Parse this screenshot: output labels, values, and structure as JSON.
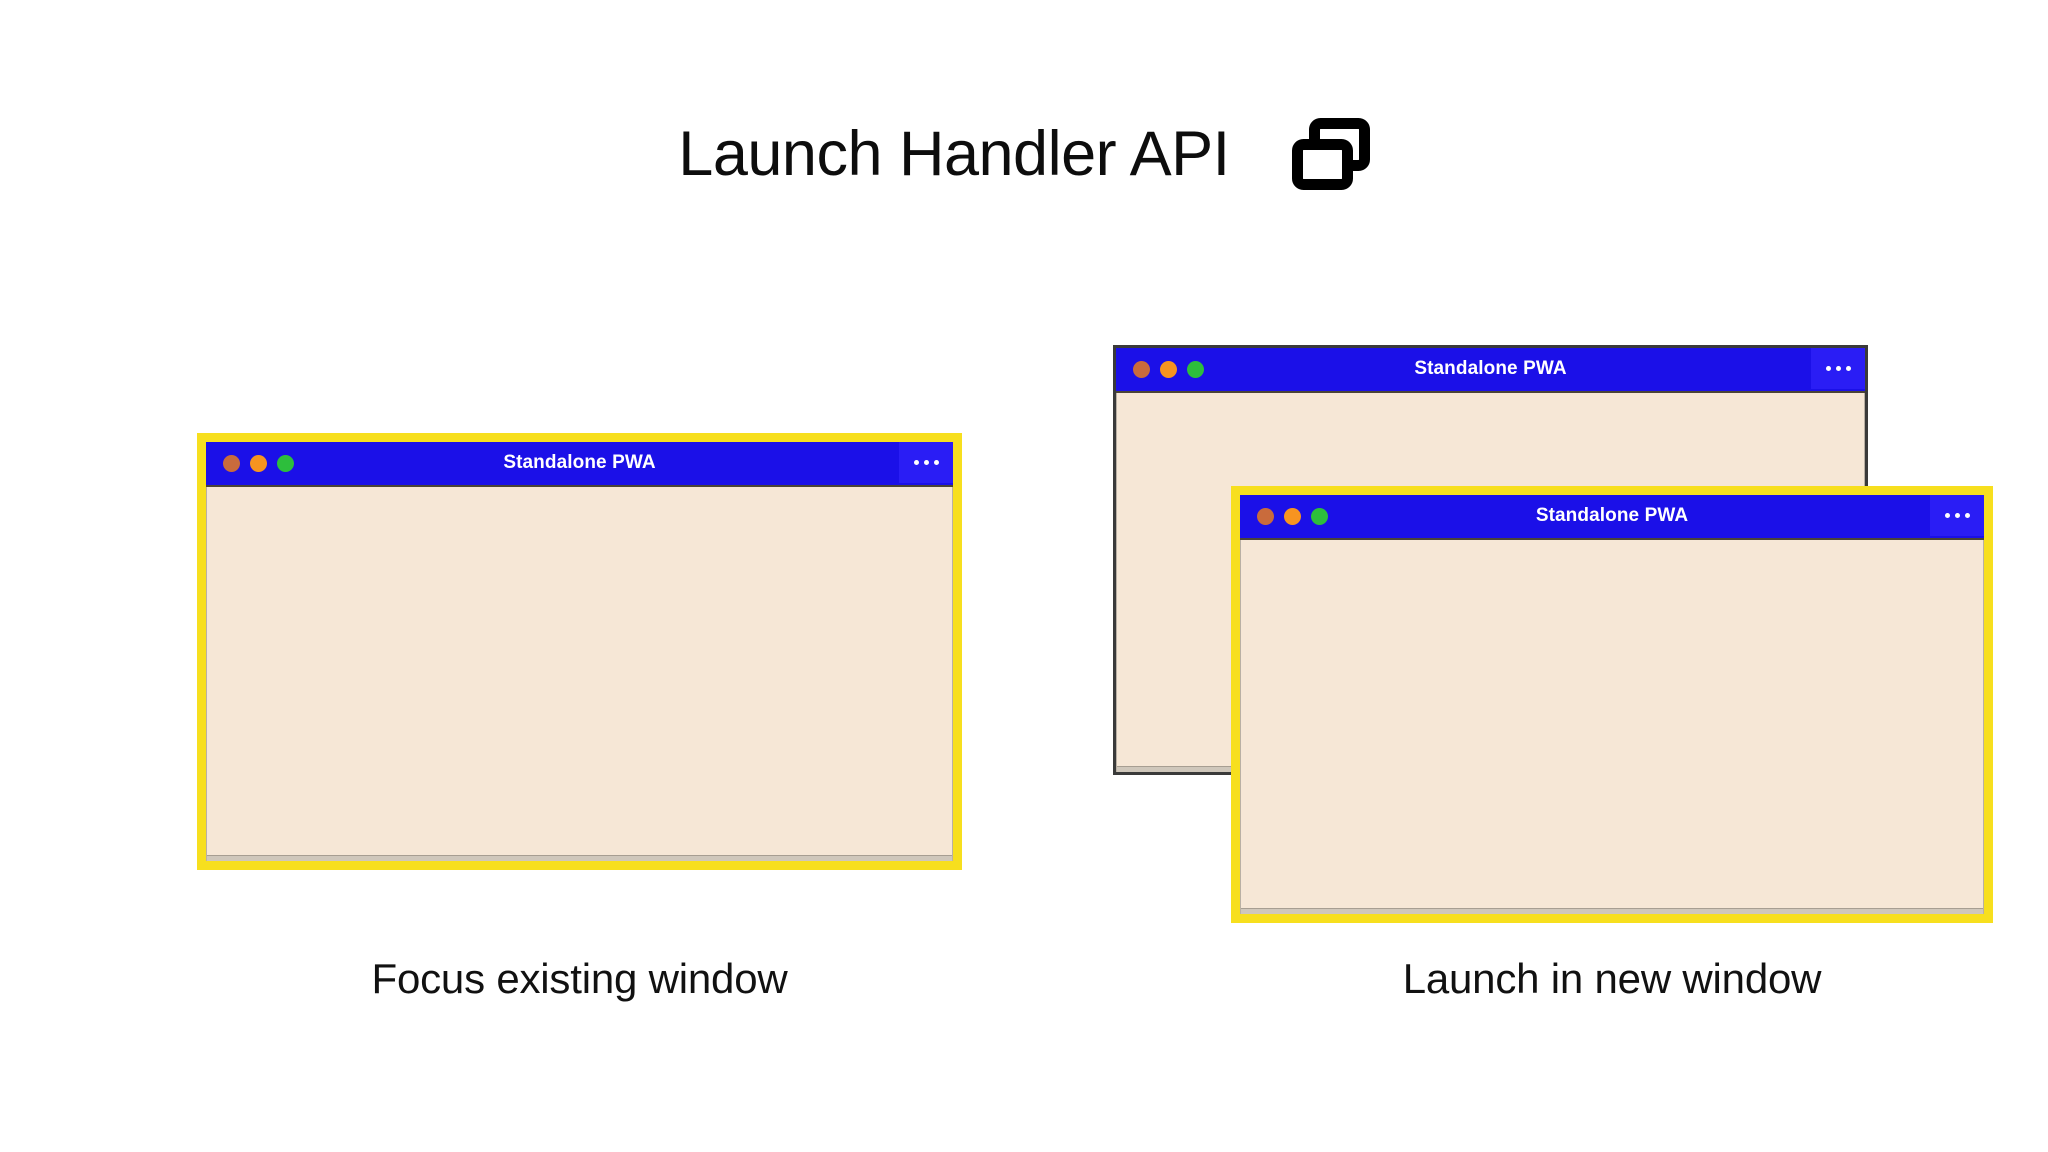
{
  "slide": {
    "background_color": "#ffffff",
    "title": "Launch Handler API",
    "title_icon": "two-overlapping-windows-icon"
  },
  "colors": {
    "titlebar_blue": "#1B10E8",
    "menu_button_blue": "#2A1DF5",
    "window_body_cream": "#F6E7D6",
    "highlight_yellow": "#F7DF1E",
    "plain_border_gray": "#3A3A3A",
    "dot_close": "#C96B3C",
    "dot_minimize": "#F79420",
    "dot_maximize": "#2DBE3C",
    "text_black": "#0D0D0D",
    "titlebar_text": "#FFFFFF"
  },
  "panels": [
    {
      "id": "focus-existing",
      "caption": "Focus existing window",
      "windows": [
        {
          "id": "focus-existing-window",
          "title": "Standalone PWA",
          "highlighted": true,
          "menu_label": "···",
          "traffic_lights": [
            "close",
            "minimize",
            "maximize"
          ]
        }
      ]
    },
    {
      "id": "launch-new",
      "caption": "Launch in new window",
      "windows": [
        {
          "id": "launch-new-back-window",
          "title": "Standalone PWA",
          "highlighted": false,
          "menu_label": "···",
          "traffic_lights": [
            "close",
            "minimize",
            "maximize"
          ]
        },
        {
          "id": "launch-new-front-window",
          "title": "Standalone PWA",
          "highlighted": true,
          "menu_label": "···",
          "traffic_lights": [
            "close",
            "minimize",
            "maximize"
          ]
        }
      ]
    }
  ]
}
